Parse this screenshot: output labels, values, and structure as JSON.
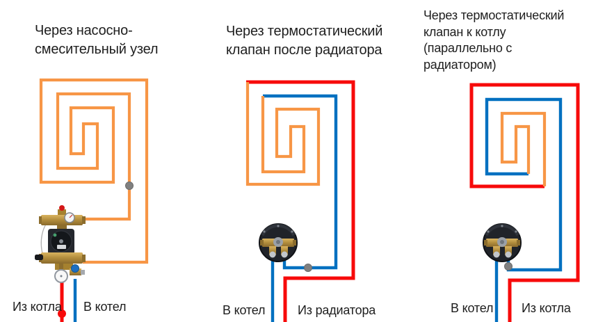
{
  "palette": {
    "background": "#FFFFFF",
    "text_color": "#1E1E1E",
    "pipe_orange": "#F79646",
    "pipe_red": "#F70A0A",
    "pipe_blue": "#0070C0",
    "sensor_gray": "#808080"
  },
  "panels": [
    {
      "title_lines": [
        "Через насосно-",
        "смесительный узел"
      ],
      "label_left": "Из котла",
      "label_right": "В котел",
      "device": "pump-mixing-unit"
    },
    {
      "title_lines": [
        "Через термостатический",
        "клапан после радиатора"
      ],
      "label_left": "В котел",
      "label_right": "Из радиатора",
      "device": "thermostatic-valve-box"
    },
    {
      "title_lines": [
        "Через термостатический",
        "клапан к котлу",
        "(параллельно с",
        "радиатором)"
      ],
      "label_left": "В котел",
      "label_right": "Из котла",
      "device": "thermostatic-valve-box"
    }
  ]
}
